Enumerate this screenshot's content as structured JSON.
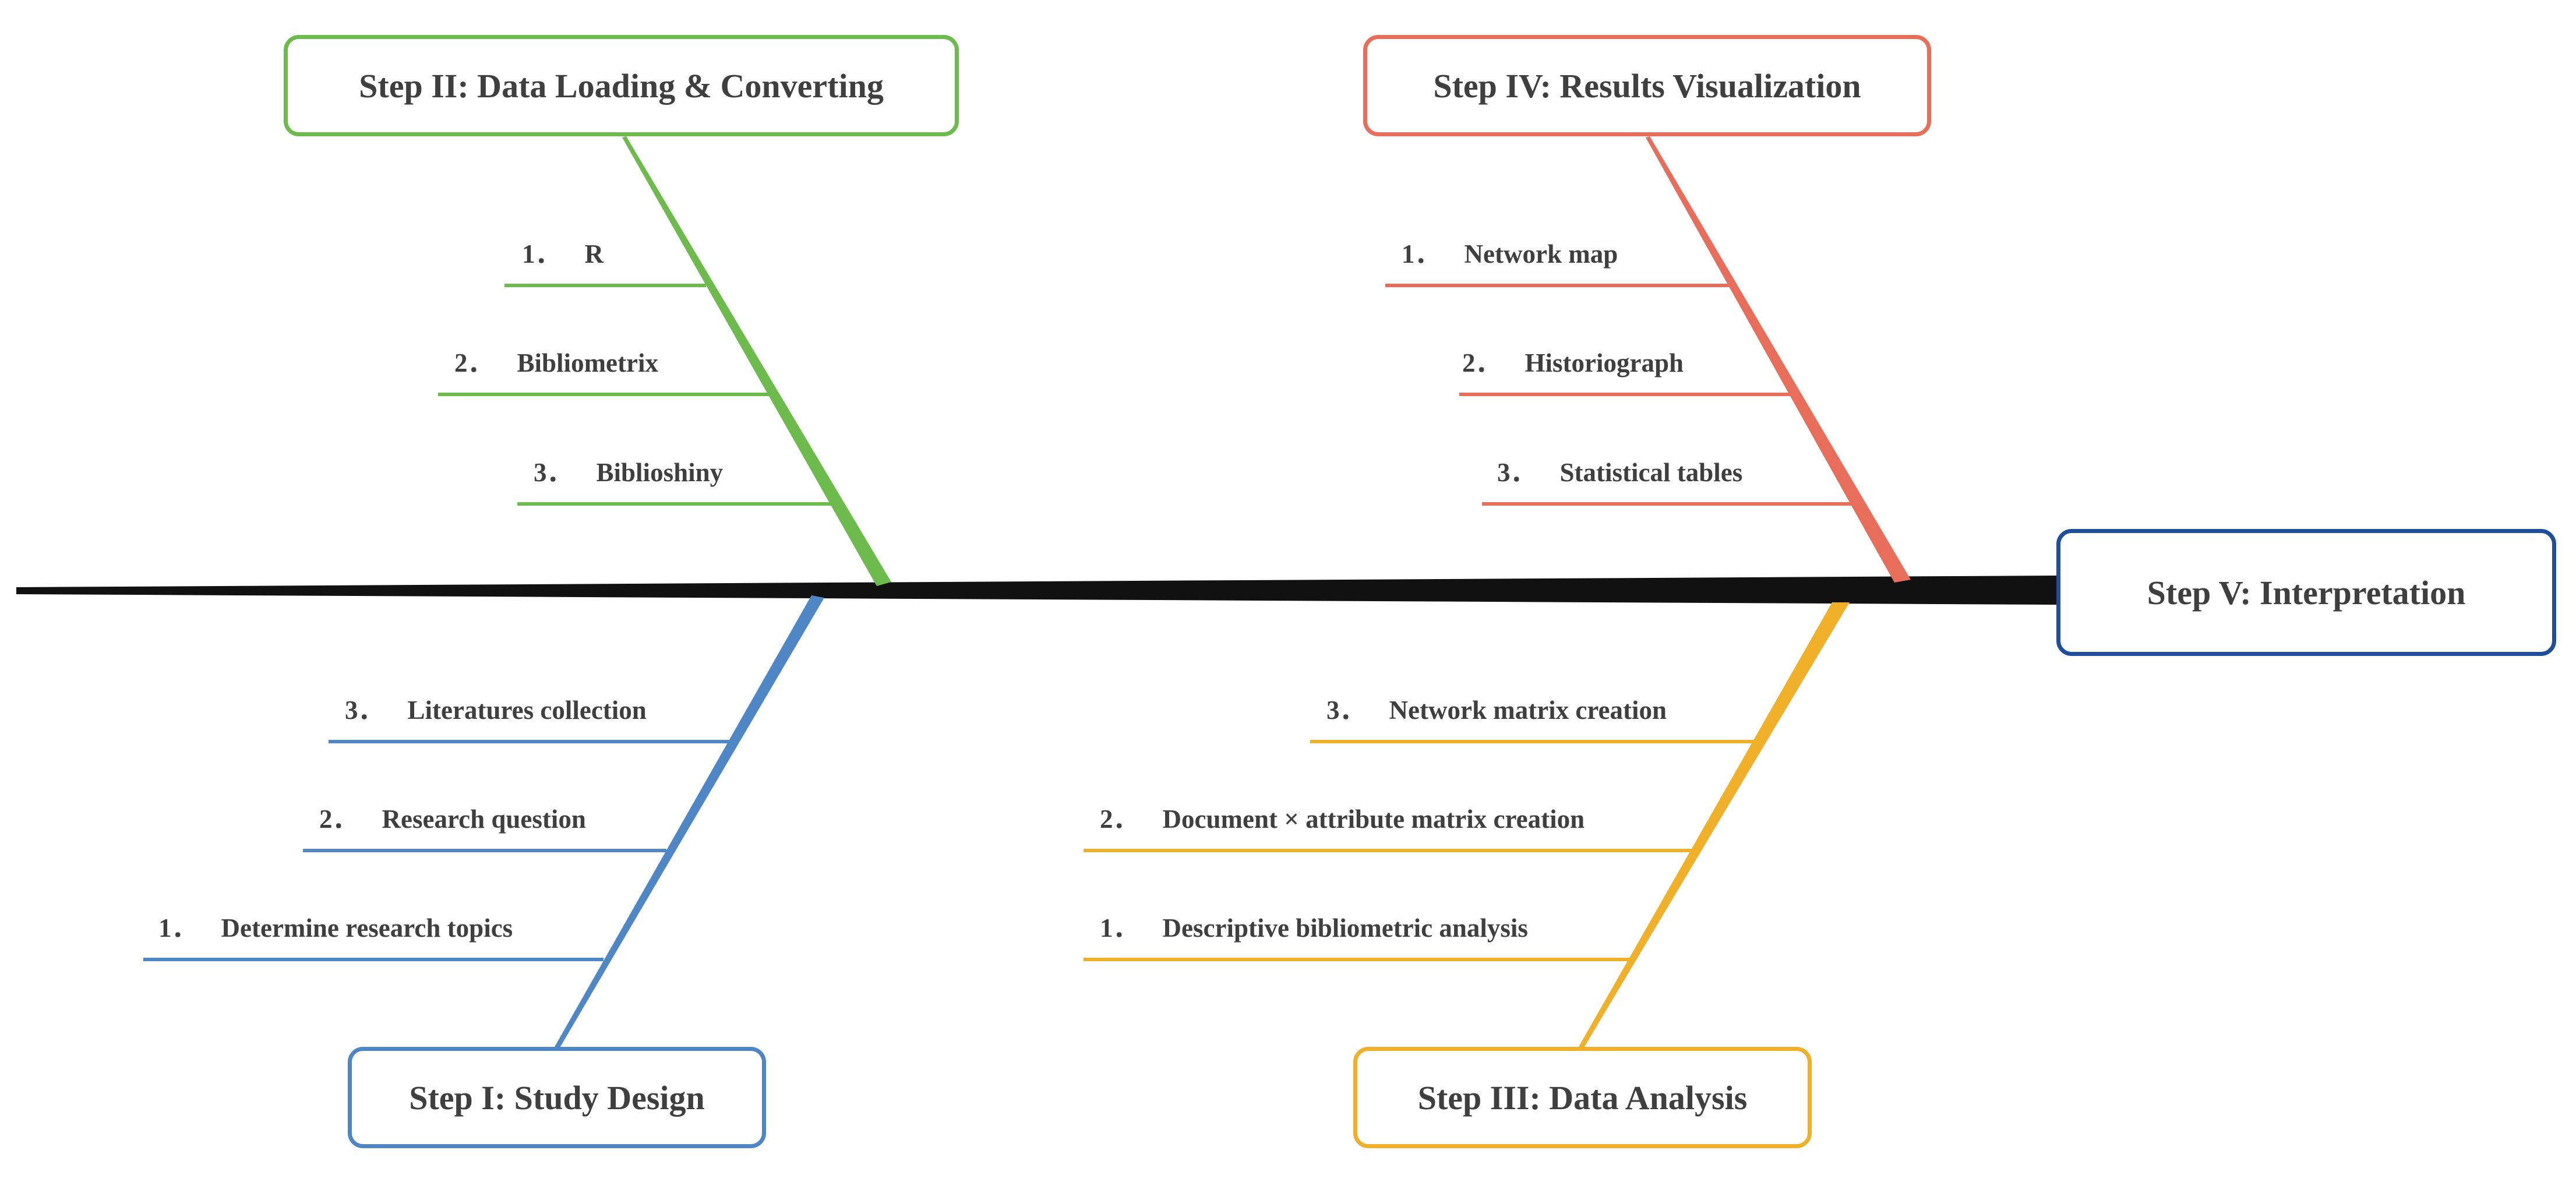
{
  "colors": {
    "step1": "#4f86c6",
    "step2": "#6cbb4c",
    "step3": "#f0b02a",
    "step4": "#e86d5a",
    "step5": "#1f4e9a",
    "spine": "#111111",
    "text": "#3f3f3f"
  },
  "steps": {
    "step1": {
      "title": "Step I: Study Design",
      "items": [
        {
          "num": "1．",
          "label": "Determine research topics"
        },
        {
          "num": "2．",
          "label": "Research question"
        },
        {
          "num": "3．",
          "label": "Literatures collection"
        }
      ]
    },
    "step2": {
      "title": "Step II: Data Loading & Converting",
      "items": [
        {
          "num": "1．",
          "label": "R"
        },
        {
          "num": "2．",
          "label": "Bibliometrix"
        },
        {
          "num": "3．",
          "label": "Biblioshiny"
        }
      ]
    },
    "step3": {
      "title": "Step III: Data Analysis",
      "items": [
        {
          "num": "1．",
          "label": "Descriptive bibliometric analysis"
        },
        {
          "num": "2．",
          "label": "Document × attribute matrix creation"
        },
        {
          "num": "3．",
          "label": "Network matrix creation"
        }
      ]
    },
    "step4": {
      "title": "Step IV: Results Visualization",
      "items": [
        {
          "num": "1．",
          "label": "Network map"
        },
        {
          "num": "2．",
          "label": "Historiograph"
        },
        {
          "num": "3．",
          "label": "Statistical tables"
        }
      ]
    },
    "step5": {
      "title": "Step V: Interpretation"
    }
  }
}
